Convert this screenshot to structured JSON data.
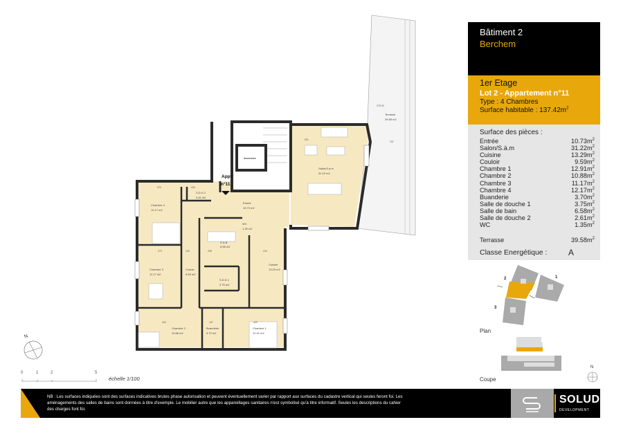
{
  "header": {
    "building": "Bâtiment 2",
    "city": "Berchem"
  },
  "lot": {
    "floor": "1er Etage",
    "title": "Lot 2 - Appartement n°11",
    "type": "Type : 4 Chambres",
    "surface_label": "Surface habitable : 137.42m",
    "surface_sup": "2"
  },
  "surfaces": {
    "title": "Surface des pièces :",
    "rooms": [
      {
        "name": "Entrée",
        "value": "10.73m"
      },
      {
        "name": "Salon/S.à.m",
        "value": "31.22m"
      },
      {
        "name": "Cuisine",
        "value": "13.29m"
      },
      {
        "name": "Couloir",
        "value": "9.59m"
      },
      {
        "name": "Chambre 1",
        "value": "12.91m"
      },
      {
        "name": "Chambre 2",
        "value": "10.88m"
      },
      {
        "name": "Chambre 3",
        "value": "11.17m"
      },
      {
        "name": "Chambre 4",
        "value": "12.17m"
      },
      {
        "name": "Buanderie",
        "value": "3.70m"
      },
      {
        "name": "Salle de douche 1",
        "value": "3.75m"
      },
      {
        "name": "Salle de bain",
        "value": "6.58m"
      },
      {
        "name": "Salle de douche 2",
        "value": "2.61m"
      },
      {
        "name": "WC",
        "value": "1.35m"
      }
    ],
    "unit_sup": "2",
    "terrace": {
      "name": "Terrasse",
      "value": "39.58m"
    },
    "energy": {
      "label": "Classe Energétique :",
      "value": "A"
    }
  },
  "keyplan": {
    "plan_label": "Plan",
    "section_label": "Coupe",
    "buildings": [
      "1",
      "2",
      "3"
    ],
    "north": "N"
  },
  "floorplan": {
    "entry_label_1": "Appt",
    "entry_label_2": "n°11",
    "elevator": "Ascenseur",
    "level_mark": "275.93",
    "rooms": {
      "chambre4": [
        "Chambre 4",
        "12.17 m2"
      ],
      "sdd2": [
        "S.D.D 2",
        "2.61 m2"
      ],
      "entree": [
        "Entrée",
        "10.73 m2"
      ],
      "wc": [
        "WC",
        "1.35 m2"
      ],
      "sdb": [
        "S.D.B",
        "6.58 m2"
      ],
      "couloir": [
        "Couloir",
        "9.59 m2"
      ],
      "chambre3": [
        "Chambre 3",
        "11.17 m2"
      ],
      "cuisine": [
        "Cuisine",
        "13.29 m2"
      ],
      "sdd1": [
        "S.D.D 1",
        "3.75 m2"
      ],
      "chambre2": [
        "Chambre 2",
        "10.88 m2"
      ],
      "buanderie": [
        "Buanderie",
        "3.70 m2"
      ],
      "chambre1": [
        "Chambre 1",
        "12.91 m2"
      ],
      "salon": [
        "Salon/S.à.m",
        "31.22 m2"
      ],
      "terrasse": [
        "Terrasse",
        "39.58 m2"
      ]
    },
    "dims": [
      "372",
      "209",
      "373",
      "120",
      "208",
      "244",
      "403",
      "137",
      "409",
      "521",
      "237"
    ]
  },
  "scale": {
    "ticks": [
      "0",
      "1",
      "2",
      "5"
    ],
    "label": "échelle 1/100",
    "north": "N"
  },
  "footer": {
    "note": "NB : Les surfaces indiquées sont des surfaces indicatives brutes phase autorisation et peuvent éventuellement varier par rapport aux surfaces du cadastre vertical qui seules feront foi. Les aménagements des salles de bains sont données à titre d'exemple. Le mobilier autre que les appareillages sanitaires n'est symbolisé qu'à titre informatif. Seules les descriptions du cahier des charges font foi.",
    "brand": "SOLUDEC",
    "brand_sub": "DEVELOPMENT"
  },
  "colors": {
    "accent": "#e8a80c",
    "room_fill": "#f6e9c2",
    "wall": "#2b2b2b",
    "panel_gray": "#e6e6e6"
  }
}
